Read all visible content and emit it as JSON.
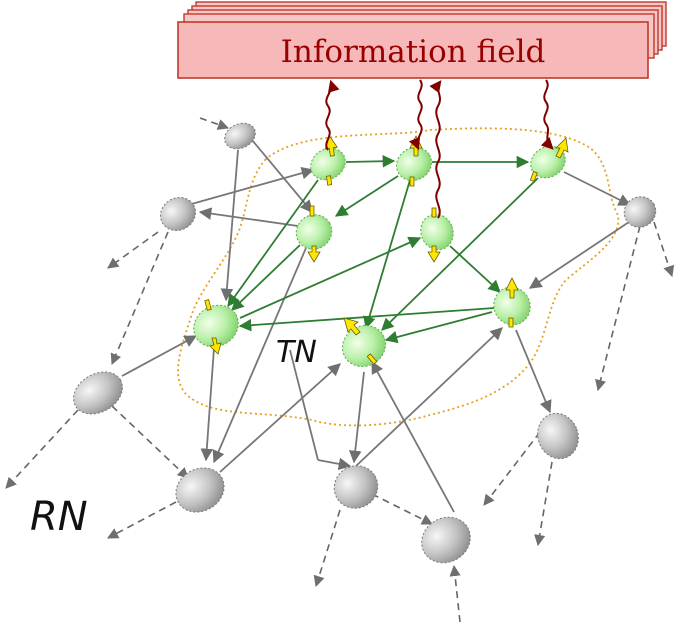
{
  "diagram": {
    "information_field_label": "Information field",
    "target_network_label": "TN",
    "random_network_label": "RN"
  },
  "colors": {
    "field_fill": "#f7c7c7",
    "field_stroke": "#c0392b",
    "field_text": "#990000",
    "wave": "#800000",
    "tn_node": "#b9f0a8",
    "tn_edge": "#2e7d32",
    "rn_node": "#bdbdbd",
    "rn_edge": "#777777",
    "boundary": "#e6a020",
    "spin_arrow": "#ffe600"
  }
}
